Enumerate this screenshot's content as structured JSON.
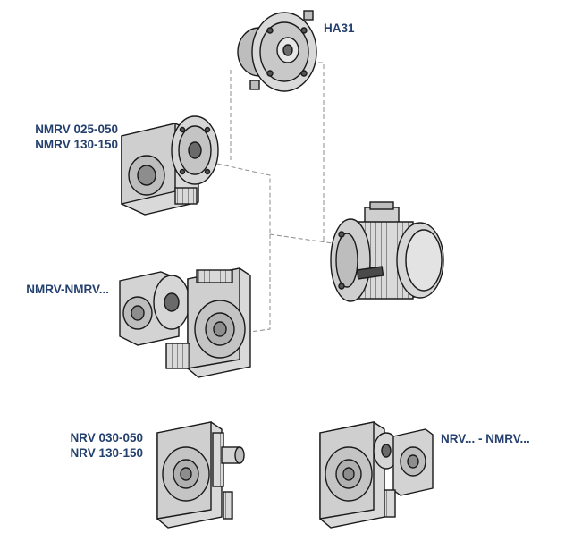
{
  "labels": {
    "adapter": "HA31",
    "nmrv_single_line1": "NMRV 025-050",
    "nmrv_single_line2": "NMRV 130-150",
    "nmrv_combo": "NMRV-NMRV...",
    "nrv_single_line1": "NRV 030-050",
    "nrv_single_line2": "NRV 130-150",
    "nrv_combo": "NRV... - NMRV..."
  },
  "components": [
    {
      "name": "ha31-motor-flange-adapter"
    },
    {
      "name": "electric-motor"
    },
    {
      "name": "nmrv-worm-gearbox-with-flange"
    },
    {
      "name": "nmrv-nmrv-combined-gearbox"
    },
    {
      "name": "nrv-worm-gearbox-with-output-shaft"
    },
    {
      "name": "nrv-nmrv-combined-gearbox"
    }
  ],
  "colors": {
    "label_text": "#24406f",
    "part_fill": "#d9d9d9",
    "part_dark": "#9a9a9a",
    "outline": "#1a1a1a",
    "connector": "#8c8c8c"
  }
}
